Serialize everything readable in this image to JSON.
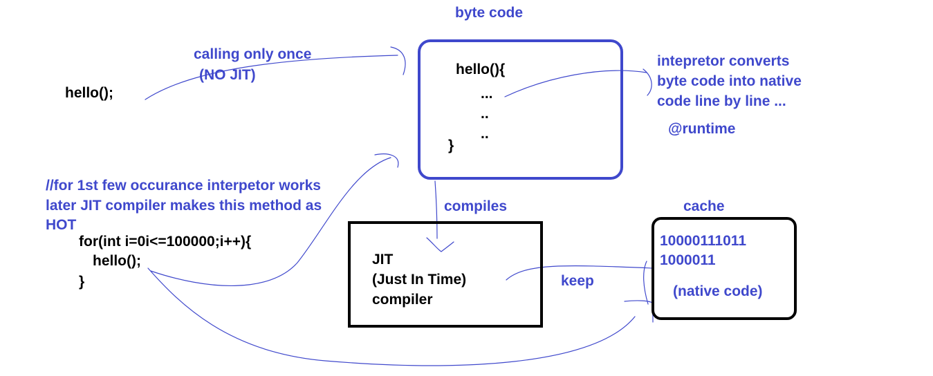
{
  "colors": {
    "annotation": "#3f48cc",
    "code": "#000000",
    "bytecode_box_border": "#3f48cc",
    "box_border": "#000000"
  },
  "labels": {
    "byte_code_title": "byte code",
    "calling_once_line1": "calling only once",
    "calling_once_line2": "(NO JIT)",
    "hello_call": "hello();",
    "interpreter_line1": "intepretor converts",
    "interpreter_line2": "byte code into native",
    "interpreter_line3": "code line by line ...",
    "runtime": "@runtime",
    "hot_comment_line1": "//for 1st few occurance interpetor works",
    "hot_comment_line2": "later JIT compiler makes this method as",
    "hot_comment_line3": "HOT",
    "compiles": "compiles",
    "cache_title": "cache",
    "keep": "keep"
  },
  "bytecode_box": {
    "line1": "hello(){",
    "line2": "...",
    "line3": "..",
    "line4": "..",
    "line5": "}"
  },
  "loop_code": {
    "line1": "for(int i=0i<=100000;i++){",
    "line2": "hello();",
    "line3": "}"
  },
  "jit_box": {
    "line1": "JIT",
    "line2": "(Just In Time)",
    "line3": "compiler"
  },
  "cache_box": {
    "line1": "10000111011",
    "line2": "1000011",
    "line3": "(native code)"
  }
}
